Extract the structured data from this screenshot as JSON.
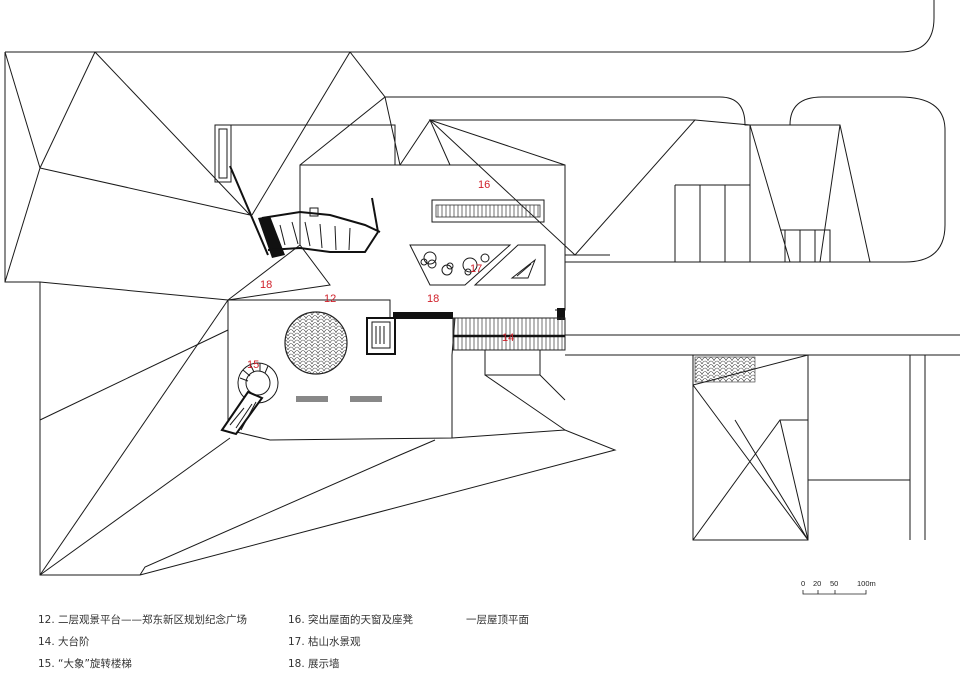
{
  "plan": {
    "labels": [
      {
        "id": "12",
        "text": "12"
      },
      {
        "id": "14",
        "text": "14"
      },
      {
        "id": "15",
        "text": "15"
      },
      {
        "id": "16",
        "text": "16"
      },
      {
        "id": "17",
        "text": "17"
      },
      {
        "id": "18a",
        "text": "18"
      },
      {
        "id": "18b",
        "text": "18"
      }
    ],
    "label_color": "#d0202a"
  },
  "scale_bar": {
    "ticks": [
      "0",
      "20",
      "50",
      "100m"
    ]
  },
  "legend": {
    "items": [
      "12. 二层观景平台——郑东新区规划纪念广场",
      "14. 大台阶",
      "15. “大象”旋转楼梯",
      "16. 突出屋面的天窗及座凳",
      "17. 枯山水景观",
      "18. 展示墙"
    ],
    "title": "一层屋顶平面"
  }
}
